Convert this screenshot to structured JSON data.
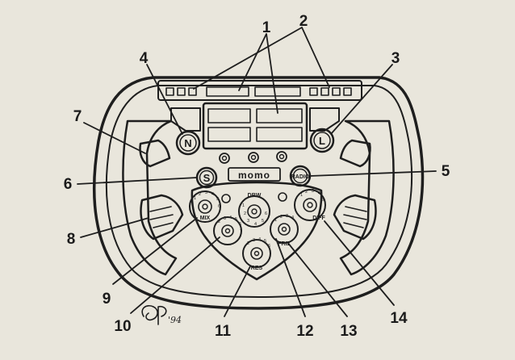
{
  "callouts": [
    {
      "id": "1",
      "label": "1"
    },
    {
      "id": "2",
      "label": "2"
    },
    {
      "id": "3",
      "label": "3"
    },
    {
      "id": "4",
      "label": "4"
    },
    {
      "id": "5",
      "label": "5"
    },
    {
      "id": "6",
      "label": "6"
    },
    {
      "id": "7",
      "label": "7"
    },
    {
      "id": "8",
      "label": "8"
    },
    {
      "id": "9",
      "label": "9"
    },
    {
      "id": "10",
      "label": "10"
    },
    {
      "id": "11",
      "label": "11"
    },
    {
      "id": "12",
      "label": "12"
    },
    {
      "id": "13",
      "label": "13"
    },
    {
      "id": "14",
      "label": "14"
    }
  ],
  "buttons": {
    "neutral": "N",
    "limiter": "L",
    "s_button": "S",
    "radio": "RADIO"
  },
  "logo": "momo",
  "dial_labels": {
    "mix": "MIX",
    "dbw": "DBW",
    "diff": "DIFF",
    "frizz": "FRIZ",
    "res": "RES"
  },
  "signature": {
    "initials": "BP",
    "year": "'94"
  },
  "colors": {
    "paper": "#e9e6dc",
    "ink": "#1e1e1e"
  }
}
